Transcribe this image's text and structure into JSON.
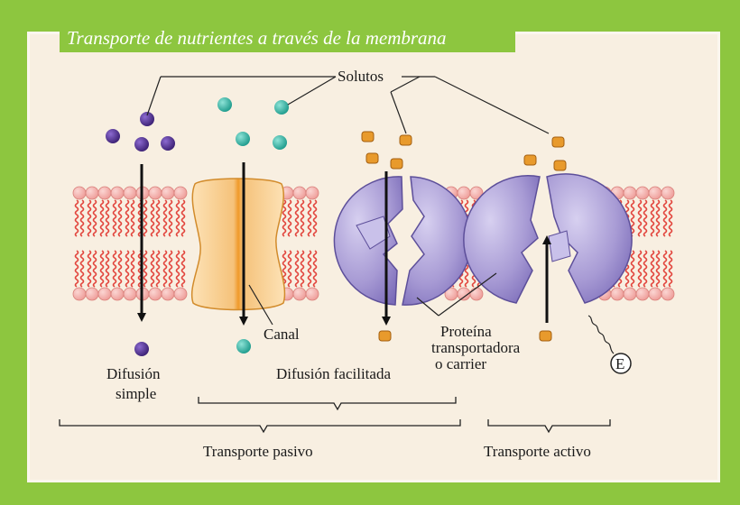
{
  "title": "Transporte de nutrientes a través de la membrana",
  "labels": {
    "solutos": "Solutos",
    "canal": "Canal",
    "proteina_line1": "Proteína",
    "proteina_line2": "transportadora",
    "proteina_line3": "o carrier",
    "difusion_simple_line1": "Difusión",
    "difusion_simple_line2": "simple",
    "difusion_facilitada": "Difusión facilitada",
    "energia": "E",
    "transporte_pasivo": "Transporte pasivo",
    "transporte_activo": "Transporte activo"
  },
  "colors": {
    "frame": "#8dc63f",
    "panel": "#f8efe1",
    "lipid_head": "#f2a7a5",
    "lipid_tail": "#e2453d",
    "channel": "#f5c27a",
    "protein": "#a79ad4",
    "solute_purple": "#4b2a86",
    "solute_teal": "#2fb3a3",
    "solute_orange": "#e89a2c"
  }
}
